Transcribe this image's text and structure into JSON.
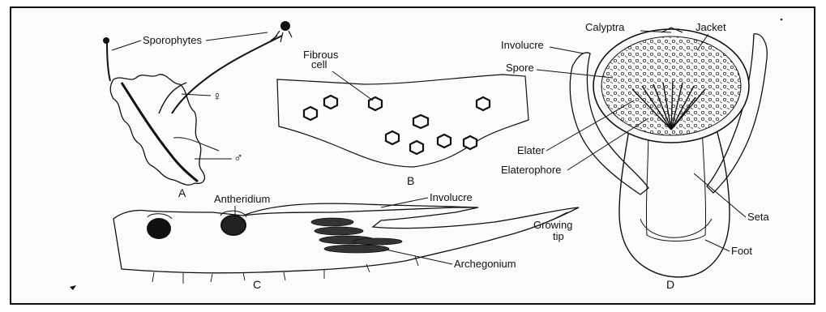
{
  "labels": {
    "sporophytes": "Sporophytes",
    "female_symbol": "♀",
    "male_symbol": "♂",
    "panel_a": "A",
    "fibrous_cell_line1": "Fibrous",
    "fibrous_cell_line2": "cell",
    "panel_b": "B",
    "calyptra": "Calyptra",
    "jacket": "Jacket",
    "involucre_d": "Involucre",
    "spore": "Spore",
    "elater": "Elater",
    "elaterophore": "Elaterophore",
    "seta": "Seta",
    "foot": "Foot",
    "panel_d": "D",
    "antheridium": "Antheridium",
    "involucre_c": "Involucre",
    "growing_tip_line1": "Growing",
    "growing_tip_line2": "tip",
    "archegonium": "Archegonium",
    "panel_c": "C"
  },
  "colors": {
    "ink": "#111111",
    "background": "#fbfbfb",
    "frame": "#111111"
  }
}
